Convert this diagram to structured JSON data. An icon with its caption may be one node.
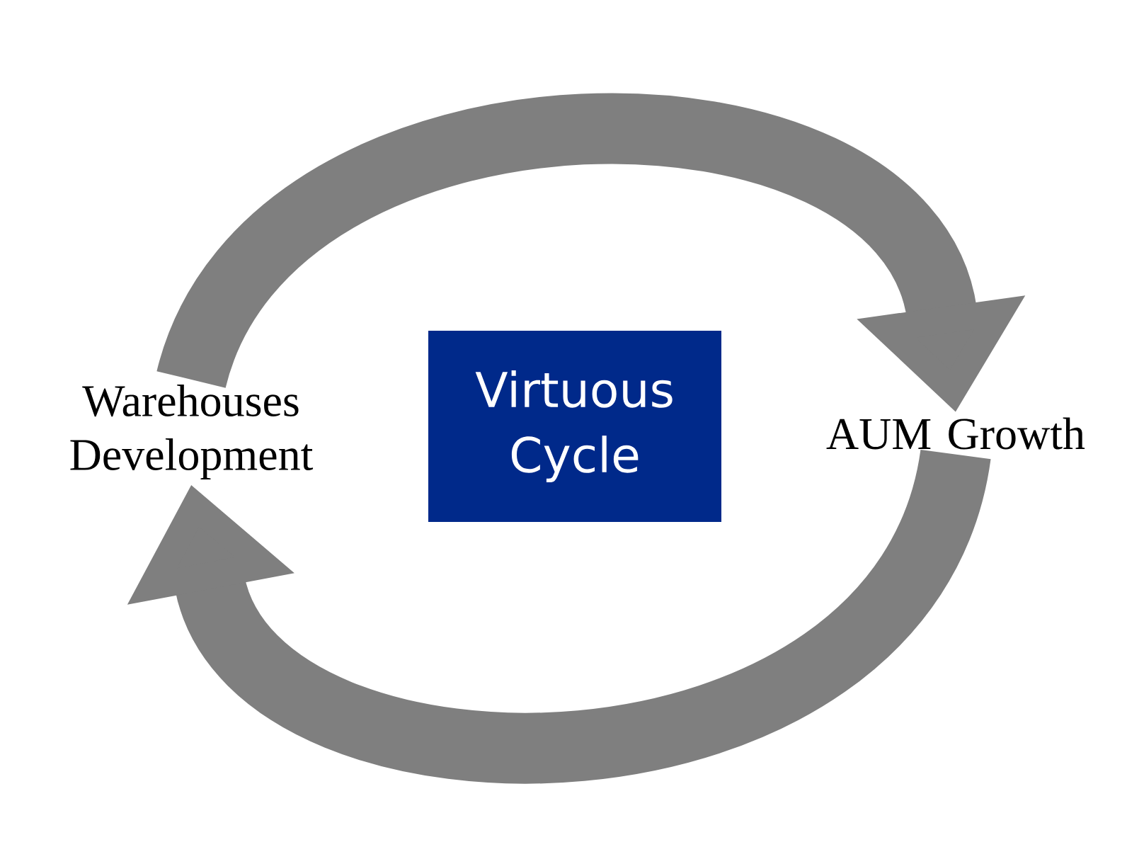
{
  "diagram": {
    "nodes": [
      {
        "text": [
          "Warehouses Development"
        ]
      },
      {
        "text": [
          "Virtuous Cycle"
        ]
      },
      {
        "text": [
          "AUM Growth"
        ]
      }
    ],
    "edges": [
      {
        "from": 0,
        "to": 2,
        "arrow": "to"
      },
      {
        "from": 2,
        "to": 0,
        "arrow": "to"
      }
    ]
  }
}
